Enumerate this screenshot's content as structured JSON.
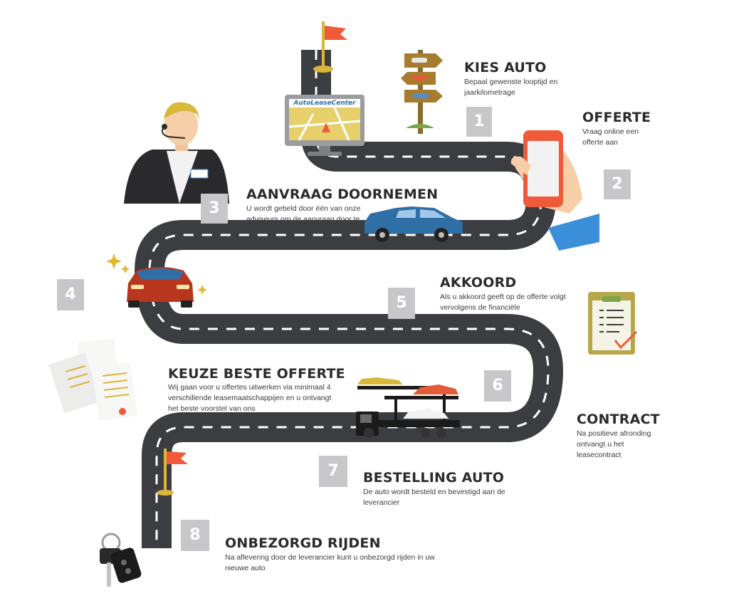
{
  "brand": {
    "screen_logo": "AutoLeaseCenter"
  },
  "colors": {
    "road": "#3b3d40",
    "road_dash": "#ffffff",
    "number_box": "#c7c7c9",
    "flag": "#ef5b3a",
    "phone": "#ef5b3a",
    "blue_car": "#2f6fa6",
    "red_car": "#b8361f",
    "truck": "#1b1b1b",
    "paper_line": "#d9b53a"
  },
  "steps": [
    {
      "number": "1",
      "title": "KIES AUTO",
      "desc": "Bepaal gewenste looptijd en jaarkilometrage"
    },
    {
      "number": "2",
      "title": "OFFERTE",
      "desc": "Vraag online een offerte aan"
    },
    {
      "number": "3",
      "title": "AANVRAAG DOORNEMEN",
      "desc": "U wordt gebeld door één van onze adviseurs om de aanvraag door te nemen."
    },
    {
      "number": "4",
      "title": "KEUZE BESTE OFFERTE",
      "desc": "Wij gaan voor u offertes uitwerken via minimaal 4 verschillende leasemaatschappijen en u ontvangt het beste voorstel van ons"
    },
    {
      "number": "5",
      "title": "AKKOORD",
      "desc": "Als u akkoord geeft op de offerte volgt vervolgens de financiële acceptatieprocedure"
    },
    {
      "number": "6",
      "title": "CONTRACT",
      "desc": "Na positieve afronding ontvangt u het leasecontract"
    },
    {
      "number": "7",
      "title": "BESTELLING AUTO",
      "desc": "De auto wordt besteld en bevestigd aan de leverancier"
    },
    {
      "number": "8",
      "title": "ONBEZORGD RIJDEN",
      "desc": "Na aflevering door de leverancier kunt u onbezorgd rijden in uw nieuwe auto"
    }
  ],
  "icons": [
    "finish-flag-icon",
    "signpost-icon",
    "gps-monitor-icon",
    "smartphone-hand-icon",
    "call-center-agent-icon",
    "blue-sedan-icon",
    "red-sports-car-icon",
    "sparkle-icon",
    "documents-icon",
    "clipboard-checklist-icon",
    "car-transporter-truck-icon",
    "start-flag-icon",
    "car-keys-icon"
  ]
}
